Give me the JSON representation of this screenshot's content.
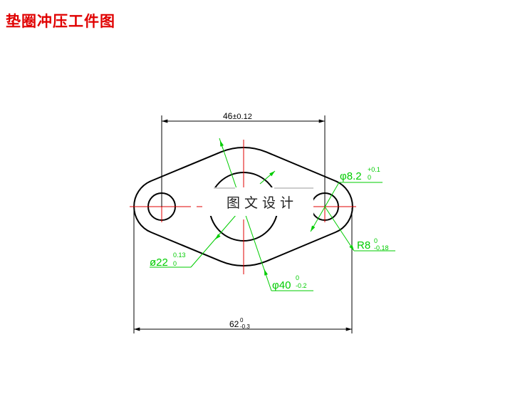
{
  "title": "垫圈冲压工件图",
  "watermark": "图 文 设 计",
  "colors": {
    "title": "#e00000",
    "outline": "#000000",
    "centerline": "#e00000",
    "dimension": "#00cc00",
    "dimension_black": "#000000"
  },
  "dimensions": {
    "hole_spacing": {
      "main": "46",
      "tol": "±0.12"
    },
    "overall_length": {
      "main": "62",
      "upper": "0",
      "lower": "-0.3"
    },
    "small_hole": {
      "main": "φ8.2",
      "upper": "+0.1",
      "lower": "0"
    },
    "end_radius": {
      "main": "R8",
      "upper": "0",
      "lower": "-0.18"
    },
    "center_hole": {
      "main": "ø22",
      "upper": "0.13",
      "lower": "0"
    },
    "center_arc": {
      "main": "φ40",
      "upper": "0",
      "lower": "-0.2"
    }
  }
}
